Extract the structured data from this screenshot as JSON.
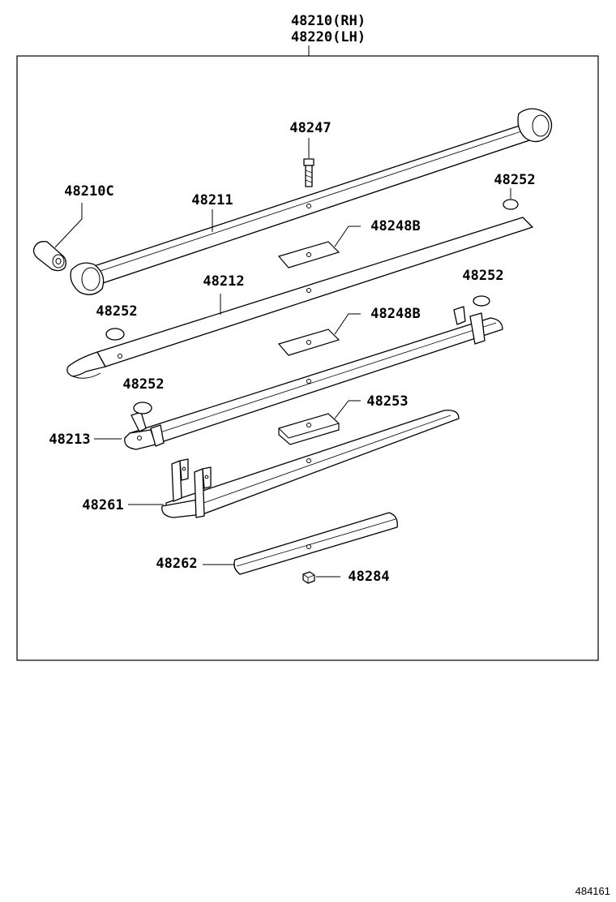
{
  "header": {
    "line_rh": "48210(RH)",
    "line_lh": "48220(LH)"
  },
  "callouts": {
    "bolt": "48247",
    "bushing": "48210C",
    "leaf_1": "48211",
    "pad_top_right": "48252",
    "plate_upper": "48248B",
    "leaf_2": "48212",
    "pad_mid_right": "48252",
    "pad_left_upper": "48252",
    "plate_lower": "48248B",
    "pad_left_lower": "48252",
    "spacer_plate": "48253",
    "leaf_3": "48213",
    "leaf_4": "48261",
    "leaf_5": "48262",
    "nut": "48284"
  },
  "footer": {
    "figure_id": "484161"
  }
}
